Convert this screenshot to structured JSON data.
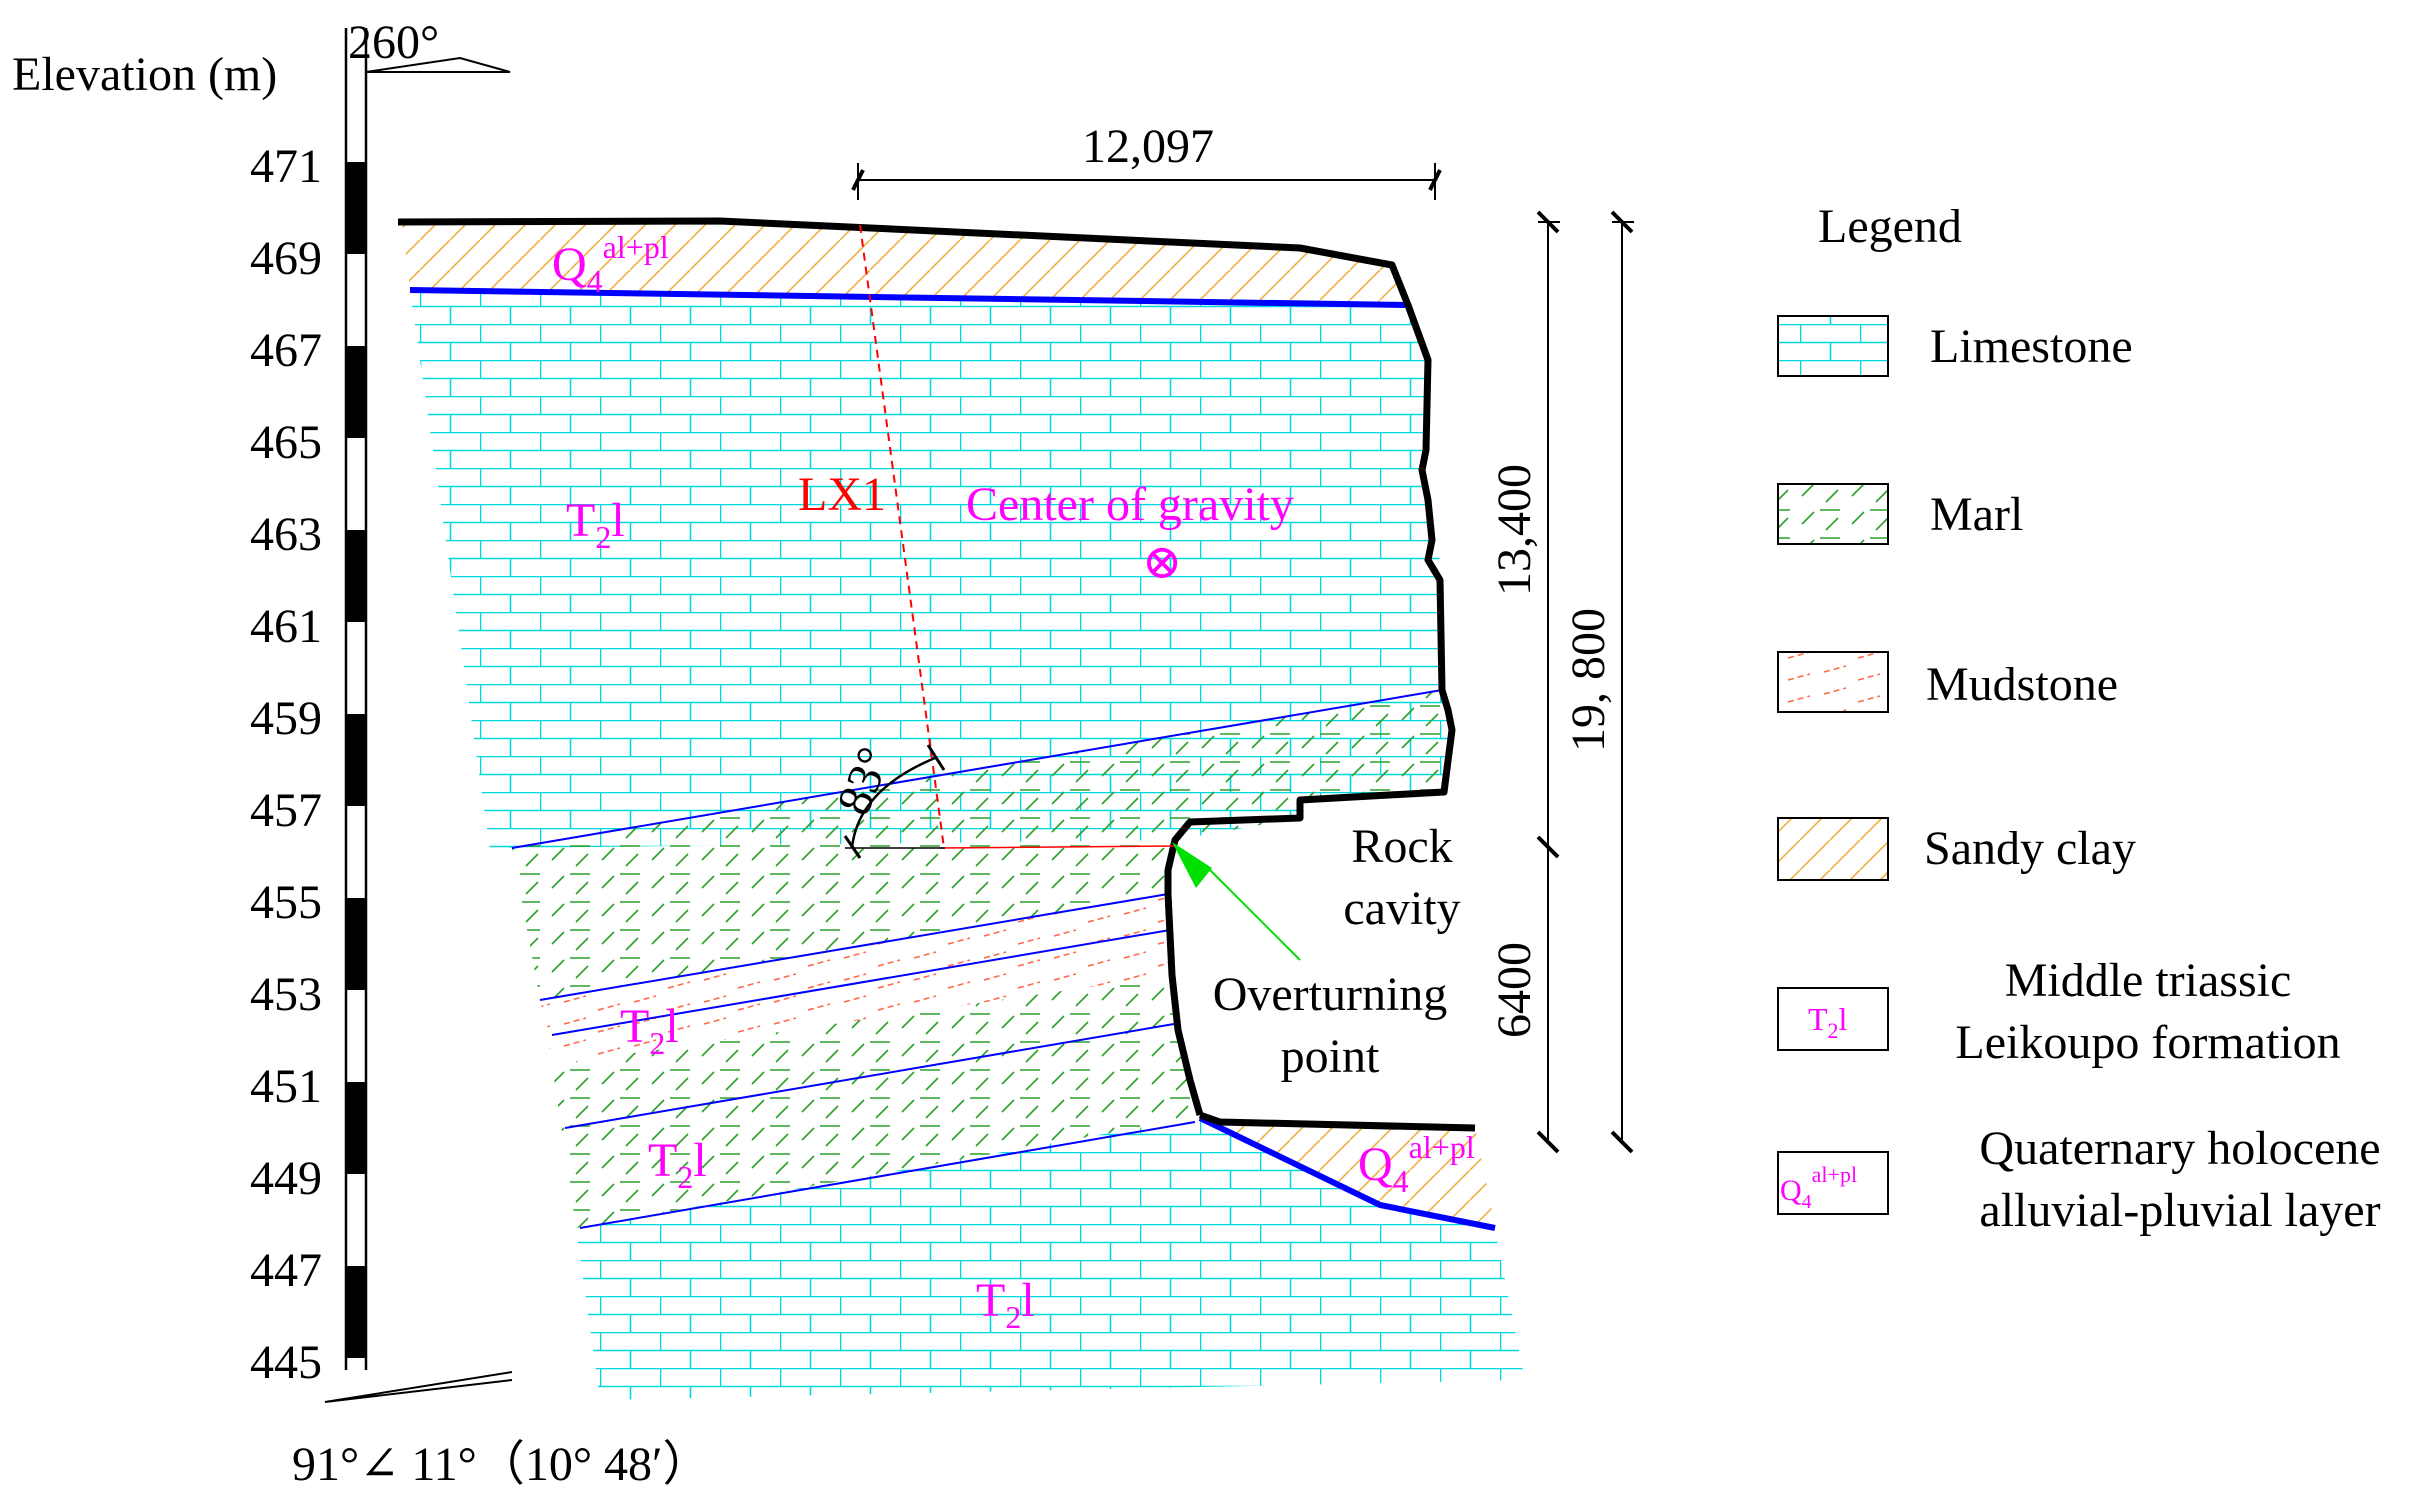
{
  "axis": {
    "title": "Elevation (m)",
    "top_label": "260°",
    "bottom_label": "91°∠ 11°（10° 48′）",
    "ticks": [
      "471",
      "469",
      "467",
      "465",
      "463",
      "461",
      "459",
      "457",
      "455",
      "453",
      "451",
      "449",
      "447",
      "445"
    ]
  },
  "dimensions": {
    "top_width": "12,097",
    "upper_height": "13,400",
    "total_height": "19, 800",
    "lower_height": "6400"
  },
  "labels": {
    "q4_top_main": "Q",
    "q4_top_sub": "4",
    "q4_top_sup": "al+pl",
    "q4_bottom_main": "Q",
    "q4_bottom_sub": "4",
    "q4_bottom_sup": "al+pl",
    "t2l_a_main": "T",
    "t2l_a_sub": "2",
    "t2l_a_end": "l",
    "t2l_b_main": "T",
    "t2l_b_sub": "2",
    "t2l_b_end": "l",
    "t2l_c_main": "T",
    "t2l_c_sub": "2",
    "t2l_c_end": "l",
    "t2l_d_main": "T",
    "t2l_d_sub": "2",
    "t2l_d_end": "l",
    "lx1": "LX1",
    "center_of_gravity": "Center of gravity",
    "gravity_symbol": "⊗",
    "angle": "83°",
    "rock_cavity_1": "Rock",
    "rock_cavity_2": "cavity",
    "overturning_1": "Overturning",
    "overturning_2": "point"
  },
  "legend": {
    "title": "Legend",
    "items": [
      {
        "label": "Limestone"
      },
      {
        "label": "Marl"
      },
      {
        "label": "Mudstone"
      },
      {
        "label": "Sandy clay"
      },
      {
        "label_1": "Middle triassic",
        "label_2": "Leikoupo formation",
        "box_main": "T",
        "box_sub": "2",
        "box_end": "l"
      },
      {
        "label_1": "Quaternary holocene",
        "label_2": "alluvial-pluvial layer",
        "box_main": "Q",
        "box_sub": "4",
        "box_sup": "al+pl"
      }
    ]
  },
  "colors": {
    "limestone": "#00d8e0",
    "marl": "#2aa02a",
    "mudstone": "#ff6a4a",
    "sandy_clay": "#f0b040",
    "label_magenta": "#ff00ff",
    "lx1_red": "#ff0000",
    "boundary_blue": "#0000ff",
    "pointer_green": "#00e000"
  }
}
